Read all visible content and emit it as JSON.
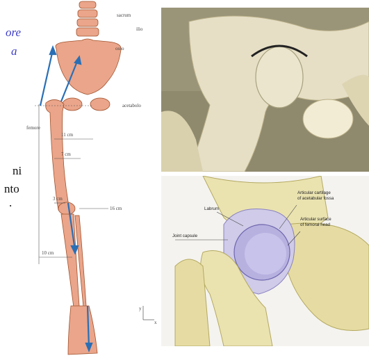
{
  "slide_side_text": {
    "line1": "ore",
    "line2": "a",
    "line3": "ni",
    "line4": "nto",
    "line5": "."
  },
  "leg_diagram": {
    "labels": {
      "sacrum": "sacrum",
      "ilio": "ilio",
      "osso": "osso",
      "acetabolo": "acetabolo",
      "femore": "femore",
      "d11": "11 cm",
      "d7": "7 cm",
      "d3": "3 cm",
      "d16": "16 cm",
      "d10": "10 cm",
      "axis_y": "y",
      "axis_x": "x"
    }
  },
  "hip_diagram": {
    "labels": {
      "labrum": "Labrum",
      "joint_capsule": "Joint capsule",
      "articular_cartilage": "Articular cartilage\nof acetabular fossa",
      "articular_surface": "Articular surface\nof femoral head"
    }
  },
  "colors": {
    "bone": "#eaa58a",
    "bone_outline": "#a0522d",
    "arrow_blue": "#2a6fb5",
    "photo_bg": "#8f8a6e",
    "hip_bg": "#f5f3ef"
  }
}
